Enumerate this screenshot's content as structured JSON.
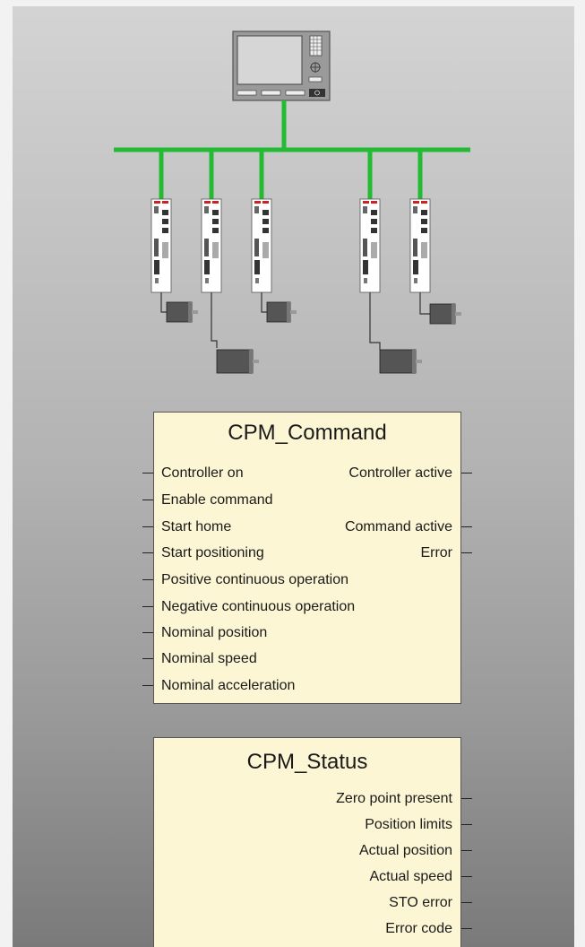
{
  "network": {
    "bus_color": "#22bb33",
    "drives": 5,
    "motors": 5
  },
  "command_block": {
    "title": "CPM_Command",
    "inputs": [
      "Controller on",
      "Enable command",
      "Start home",
      "Start positioning",
      "Positive continuous operation",
      "Negative continuous operation",
      "Nominal position",
      "Nominal speed",
      "Nominal acceleration"
    ],
    "outputs": [
      {
        "label": "Controller active",
        "row": 0
      },
      {
        "label": "Command active",
        "row": 2
      },
      {
        "label": "Error",
        "row": 3
      }
    ]
  },
  "status_block": {
    "title": "CPM_Status",
    "outputs": [
      "Zero point present",
      "Position limits",
      "Actual position",
      "Actual speed",
      "STO error",
      "Error code"
    ]
  }
}
